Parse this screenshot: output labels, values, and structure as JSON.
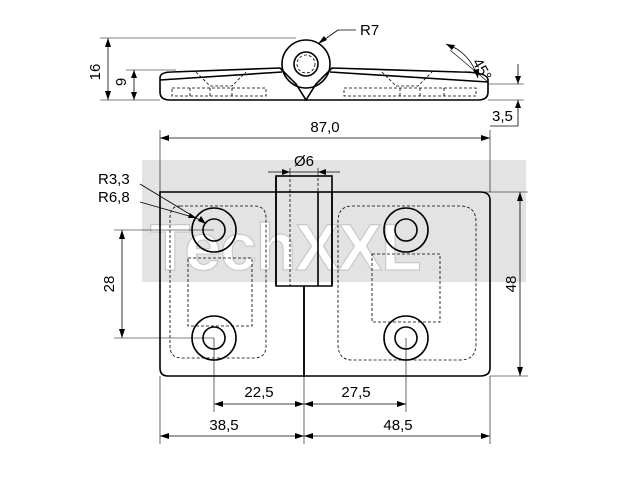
{
  "watermark": {
    "text": "TechXXL",
    "color": "#d4d4d4"
  },
  "dimensions": {
    "pin_radius": "R7",
    "angle": "45°",
    "height_total": "16",
    "height_leaf": "9",
    "thickness_offset": "3,5",
    "overall_length": "87,0",
    "pin_diameter": "Ø6",
    "hole_radius": "R3,3",
    "boss_radius": "R6,8",
    "hole_spacing_vertical": "28",
    "overall_height": "48",
    "hole_offset_left": "22,5",
    "hole_offset_right": "27,5",
    "leaf_left_width": "38,5",
    "leaf_right_width": "48,5"
  }
}
